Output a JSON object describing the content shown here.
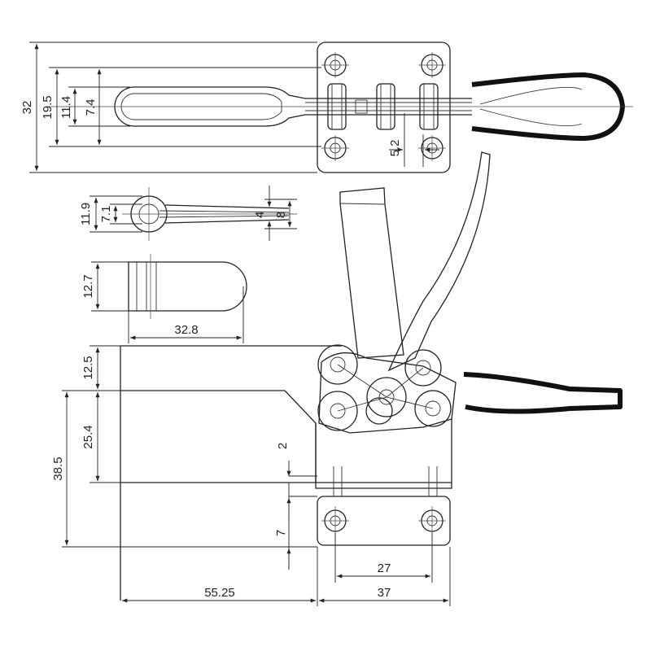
{
  "dimensions": {
    "d32": "32",
    "d19_5": "19.5",
    "d11_4": "11.4",
    "d7_4": "7.4",
    "d5_2": "5.2",
    "d11_9": "11.9",
    "d7_1": "7.1",
    "d4": "4",
    "d8": "8",
    "d12_7": "12.7",
    "d32_8": "32.8",
    "d12_5": "12.5",
    "d25_4": "25.4",
    "d38_5": "38.5",
    "d2": "2",
    "d7": "7",
    "d27": "27",
    "d55_25": "55.25",
    "d37": "37"
  }
}
